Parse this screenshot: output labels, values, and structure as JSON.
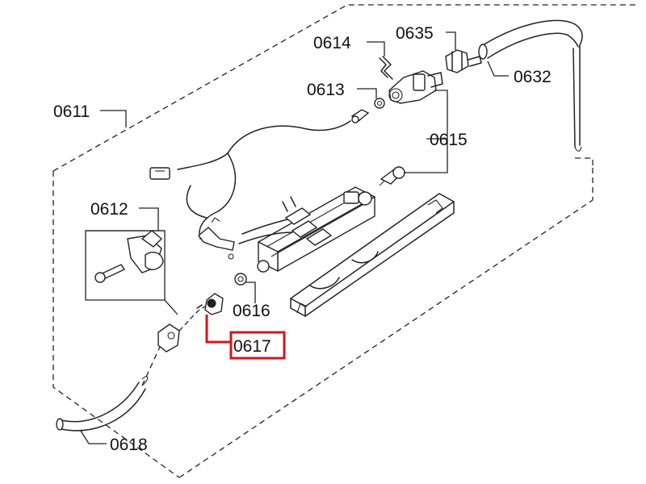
{
  "diagram": {
    "part_labels": {
      "p0611": "0611",
      "p0612": "0612",
      "p0613": "0613",
      "p0614": "0614",
      "p0615": "0615",
      "p0616": "0616",
      "p0617": "0617",
      "p0618": "0618",
      "p0632": "0632",
      "p0635": "0635"
    },
    "highlighted_part": "0617",
    "highlight_color": "#d6141c"
  }
}
